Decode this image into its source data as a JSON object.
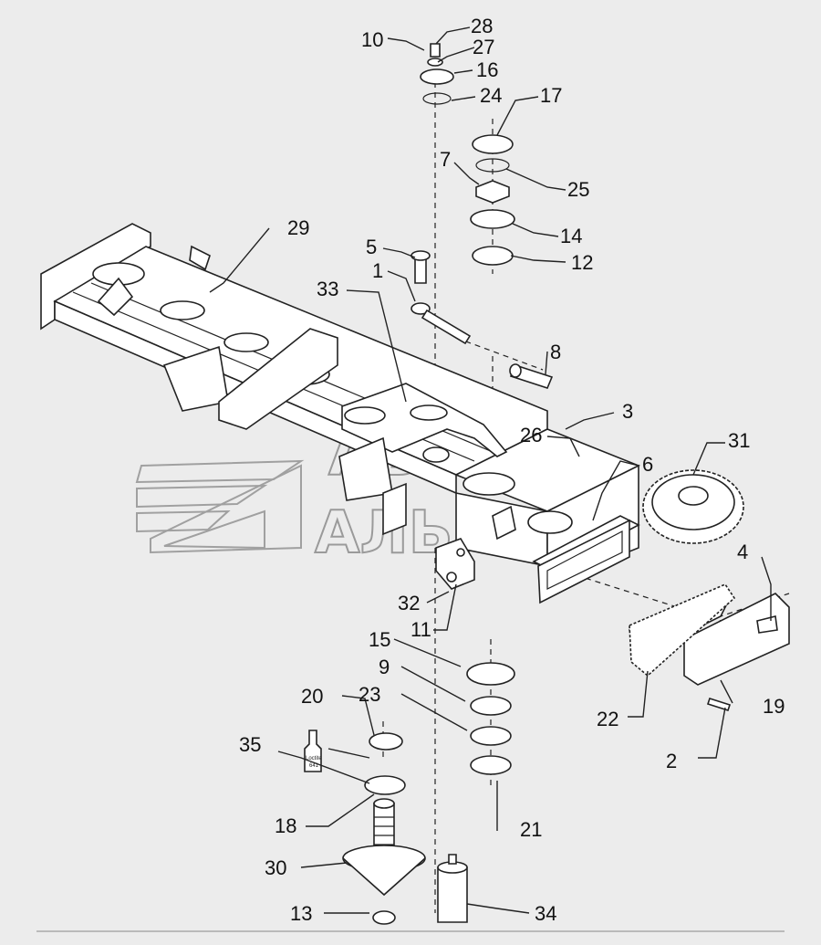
{
  "watermark": {
    "line1": "АВТО",
    "line2": "АЛЬЯНС"
  },
  "bottle_label": {
    "line1": "Loctite",
    "line2": "641"
  },
  "callouts": [
    {
      "id": "c1",
      "text": "1"
    },
    {
      "id": "c2",
      "text": "2"
    },
    {
      "id": "c3",
      "text": "3"
    },
    {
      "id": "c4",
      "text": "4"
    },
    {
      "id": "c5",
      "text": "5"
    },
    {
      "id": "c6",
      "text": "6"
    },
    {
      "id": "c7",
      "text": "7"
    },
    {
      "id": "c8",
      "text": "8"
    },
    {
      "id": "c9",
      "text": "9"
    },
    {
      "id": "c10",
      "text": "10"
    },
    {
      "id": "c11",
      "text": "11"
    },
    {
      "id": "c12",
      "text": "12"
    },
    {
      "id": "c13",
      "text": "13"
    },
    {
      "id": "c14",
      "text": "14"
    },
    {
      "id": "c15",
      "text": "15"
    },
    {
      "id": "c16",
      "text": "16"
    },
    {
      "id": "c17",
      "text": "17"
    },
    {
      "id": "c18",
      "text": "18"
    },
    {
      "id": "c19",
      "text": "19"
    },
    {
      "id": "c20",
      "text": "20"
    },
    {
      "id": "c21",
      "text": "21"
    },
    {
      "id": "c22",
      "text": "22"
    },
    {
      "id": "c23",
      "text": "23"
    },
    {
      "id": "c24",
      "text": "24"
    },
    {
      "id": "c25",
      "text": "25"
    },
    {
      "id": "c26",
      "text": "26"
    },
    {
      "id": "c27",
      "text": "27"
    },
    {
      "id": "c28",
      "text": "28"
    },
    {
      "id": "c29",
      "text": "29"
    },
    {
      "id": "c30",
      "text": "30"
    },
    {
      "id": "c31",
      "text": "31"
    },
    {
      "id": "c32",
      "text": "32"
    },
    {
      "id": "c33",
      "text": "33"
    },
    {
      "id": "c34",
      "text": "34"
    },
    {
      "id": "c35",
      "text": "35"
    }
  ]
}
